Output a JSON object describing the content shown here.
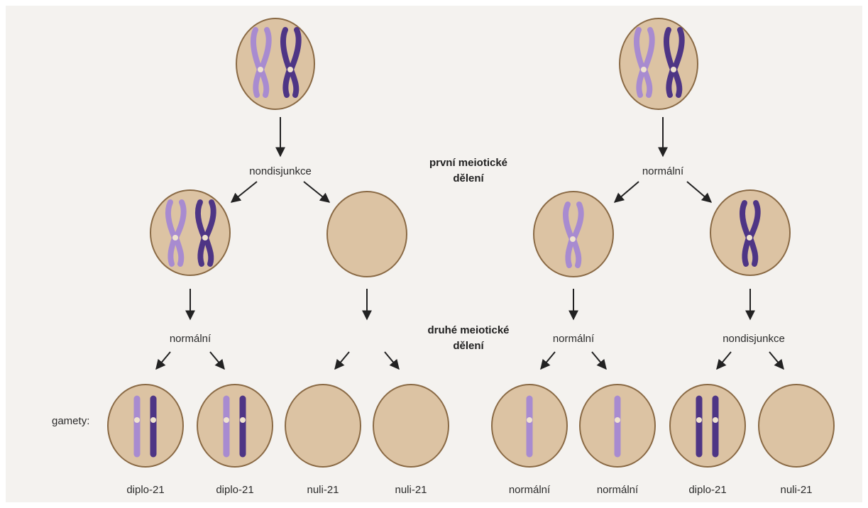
{
  "labels": {
    "first_division_line1": "první meiotické",
    "first_division_line2": "dělení",
    "second_division_line1": "druhé meiotické",
    "second_division_line2": "dělení",
    "gametes": "gamety:",
    "left_first": "nondisjunkce",
    "right_first": "normální",
    "left_second_a": "normální",
    "right_second_a": "normální",
    "right_second_b": "nondisjunkce"
  },
  "outcomes": [
    "diplo-21",
    "diplo-21",
    "nuli-21",
    "nuli-21",
    "normální",
    "normální",
    "diplo-21",
    "nuli-21"
  ],
  "colors": {
    "page": "#ffffff",
    "backdrop": "#f4f2ef",
    "cell_fill": "#dcc3a3",
    "cell_stroke": "#8a6a45",
    "chromosome_light": "#a88bd0",
    "chromosome_dark": "#4e3585",
    "centromere": "#f0e3cf",
    "arrow": "#222222"
  }
}
